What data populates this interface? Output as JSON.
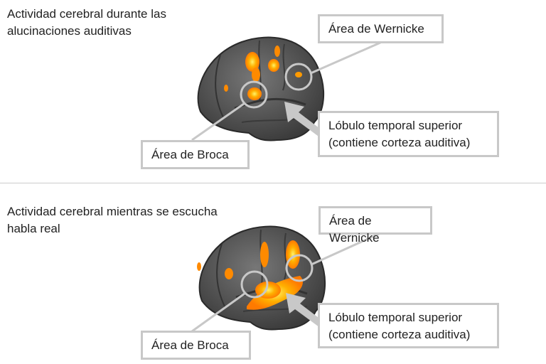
{
  "panels": [
    {
      "title": "Actividad cerebral durante las alucinaciones auditivas",
      "wernicke": "Área de Wernicke",
      "broca": "Área de Broca",
      "temporal_line1": "Lóbulo temporal superior",
      "temporal_line2": "(contiene corteza auditiva)"
    },
    {
      "title": "Actividad cerebral mientras se escucha habla real",
      "wernicke": "Área de Wernicke",
      "broca": "Área de Broca",
      "temporal_line1": "Lóbulo temporal superior",
      "temporal_line2": "(contiene corteza auditiva)"
    }
  ],
  "colors": {
    "label_border": "#c8c8c8",
    "brain": "#5a5a5a",
    "activation": "#ff9a00",
    "activation_peak": "#ffe040"
  }
}
